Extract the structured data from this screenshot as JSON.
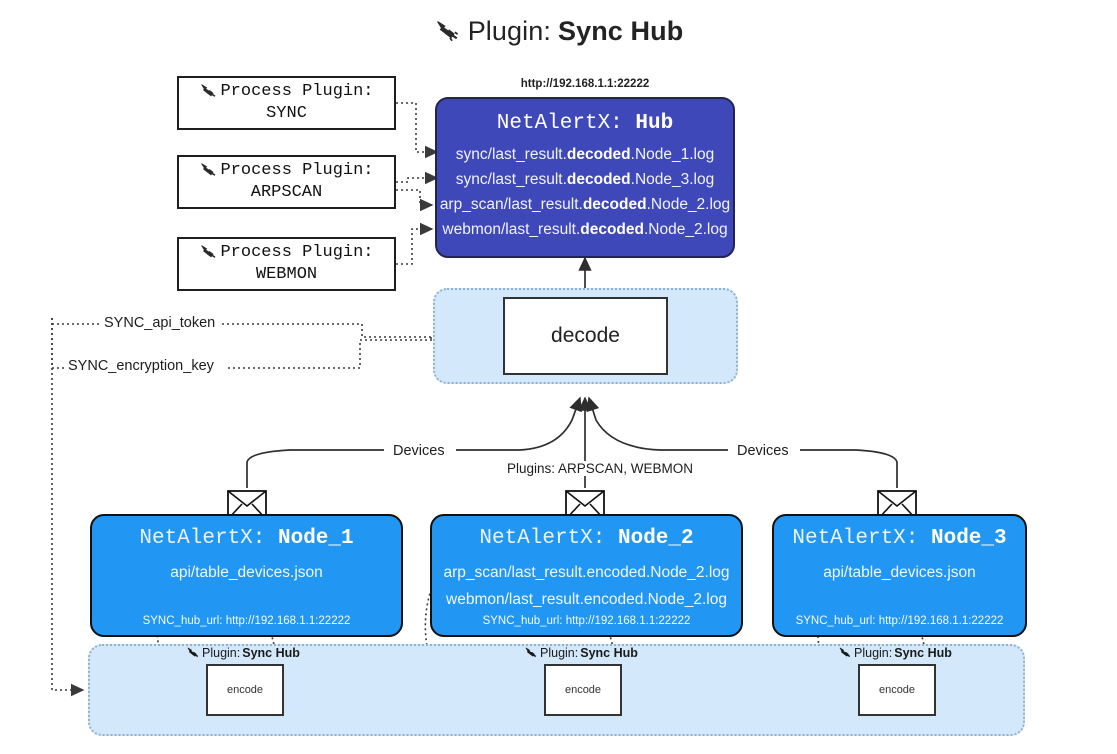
{
  "page": {
    "title_prefix": "Plugin:",
    "title_name": "Sync Hub",
    "title_icon": "plug-icon"
  },
  "process_plugins": [
    {
      "caption": "Process Plugin:",
      "name": "SYNC",
      "icon": "plug-icon"
    },
    {
      "caption": "Process Plugin:",
      "name": "ARPSCAN",
      "icon": "plug-icon"
    },
    {
      "caption": "Process Plugin:",
      "name": "WEBMON",
      "icon": "plug-icon"
    }
  ],
  "hub": {
    "url": "http://192.168.1.1:22222",
    "title_prefix": "NetAlertX:",
    "title_name": "Hub",
    "logs": [
      {
        "pre": "sync/last_result.",
        "em": "decoded",
        "post": ".Node_1.log"
      },
      {
        "pre": "sync/last_result.",
        "em": "decoded",
        "post": ".Node_3.log"
      },
      {
        "pre": "arp_scan/last_result.",
        "em": "decoded",
        "post": ".Node_2.log"
      },
      {
        "pre": "webmon/last_result.",
        "em": "decoded",
        "post": ".Node_2.log"
      }
    ]
  },
  "decode": {
    "label": "decode"
  },
  "settings_edges": [
    {
      "label": "SYNC_api_token"
    },
    {
      "label": "SYNC_encryption_key"
    }
  ],
  "flow_labels": {
    "left_devices": "Devices",
    "right_devices": "Devices",
    "center_plugins": "Plugins: ARPSCAN, WEBMON"
  },
  "nodes": [
    {
      "title_prefix": "NetAlertX:",
      "title_name": "Node_1",
      "lines": [
        "api/table_devices.json"
      ],
      "footer": "SYNC_hub_url: http://192.168.1.1:22222",
      "envelope_icon": "envelope-icon"
    },
    {
      "title_prefix": "NetAlertX:",
      "title_name": "Node_2",
      "lines": [
        "arp_scan/last_result.encoded.Node_2.log",
        "webmon/last_result.encoded.Node_2.log"
      ],
      "footer": "SYNC_hub_url: http://192.168.1.1:22222",
      "envelope_icon": "envelope-icon"
    },
    {
      "title_prefix": "NetAlertX:",
      "title_name": "Node_3",
      "lines": [
        "api/table_devices.json"
      ],
      "footer": "SYNC_hub_url: http://192.168.1.1:22222",
      "envelope_icon": "envelope-icon"
    }
  ],
  "encoders": [
    {
      "caption_prefix": "Plugin:",
      "caption_name": "Sync Hub",
      "label": "encode",
      "icon": "plug-icon"
    },
    {
      "caption_prefix": "Plugin:",
      "caption_name": "Sync Hub",
      "label": "encode",
      "icon": "plug-icon"
    },
    {
      "caption_prefix": "Plugin:",
      "caption_name": "Sync Hub",
      "label": "encode",
      "icon": "plug-icon"
    }
  ],
  "colors": {
    "hub_fill": "#3f48b8",
    "node_fill": "#2196f3",
    "container_fill": "#d4e8fb",
    "container_border": "#8fb2cc",
    "line": "#333333",
    "text_dark": "#1f1f1f"
  }
}
